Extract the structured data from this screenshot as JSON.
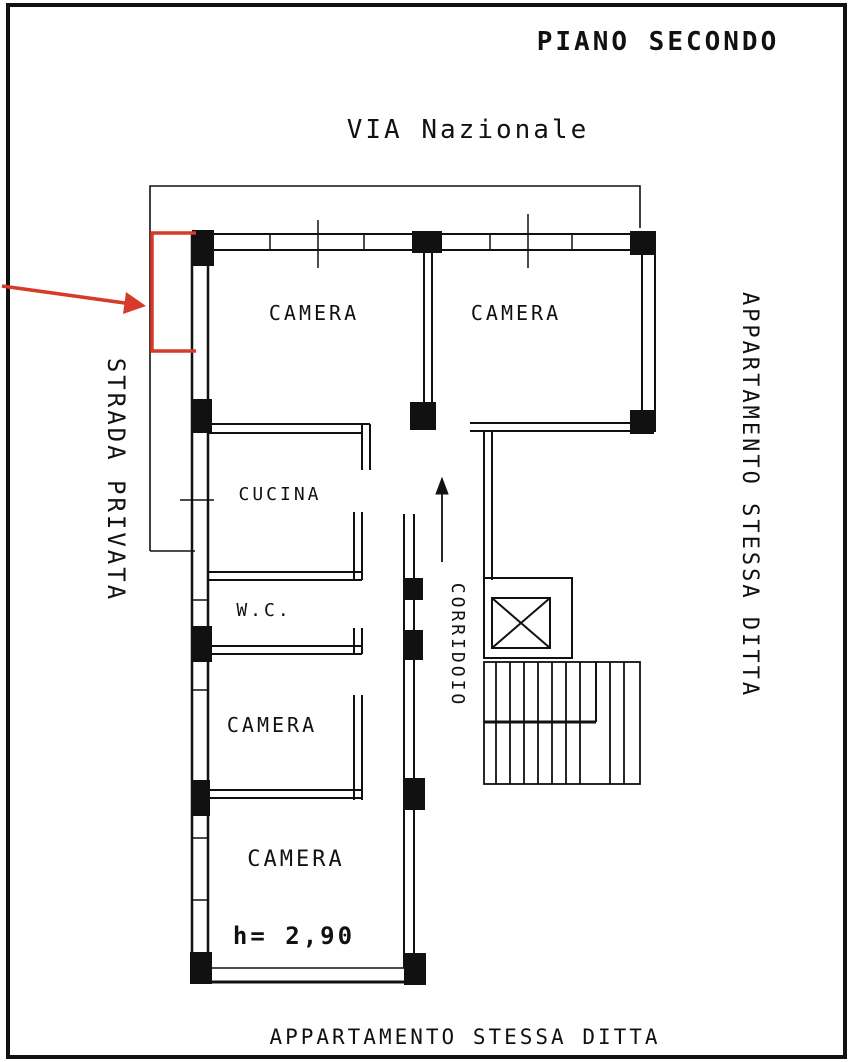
{
  "title": "PIANO SECONDO",
  "street_top": "VIA Nazionale",
  "street_left": "STRADA PRIVATA",
  "side_right": "APPARTAMENTO STESSA DITTA",
  "side_bottom": "APPARTAMENTO STESSA DITTA",
  "rooms": {
    "camera_top_left": "CAMERA",
    "camera_top_right": "CAMERA",
    "cucina": "CUCINA",
    "wc": "W.C.",
    "camera_mid": "CAMERA",
    "camera_bottom": "CAMERA"
  },
  "corridor": "CORRIDOIO",
  "height_note": "h= 2,90",
  "colors": {
    "ink": "#111111",
    "highlight": "#d63a2a",
    "paper": "#ffffff"
  }
}
